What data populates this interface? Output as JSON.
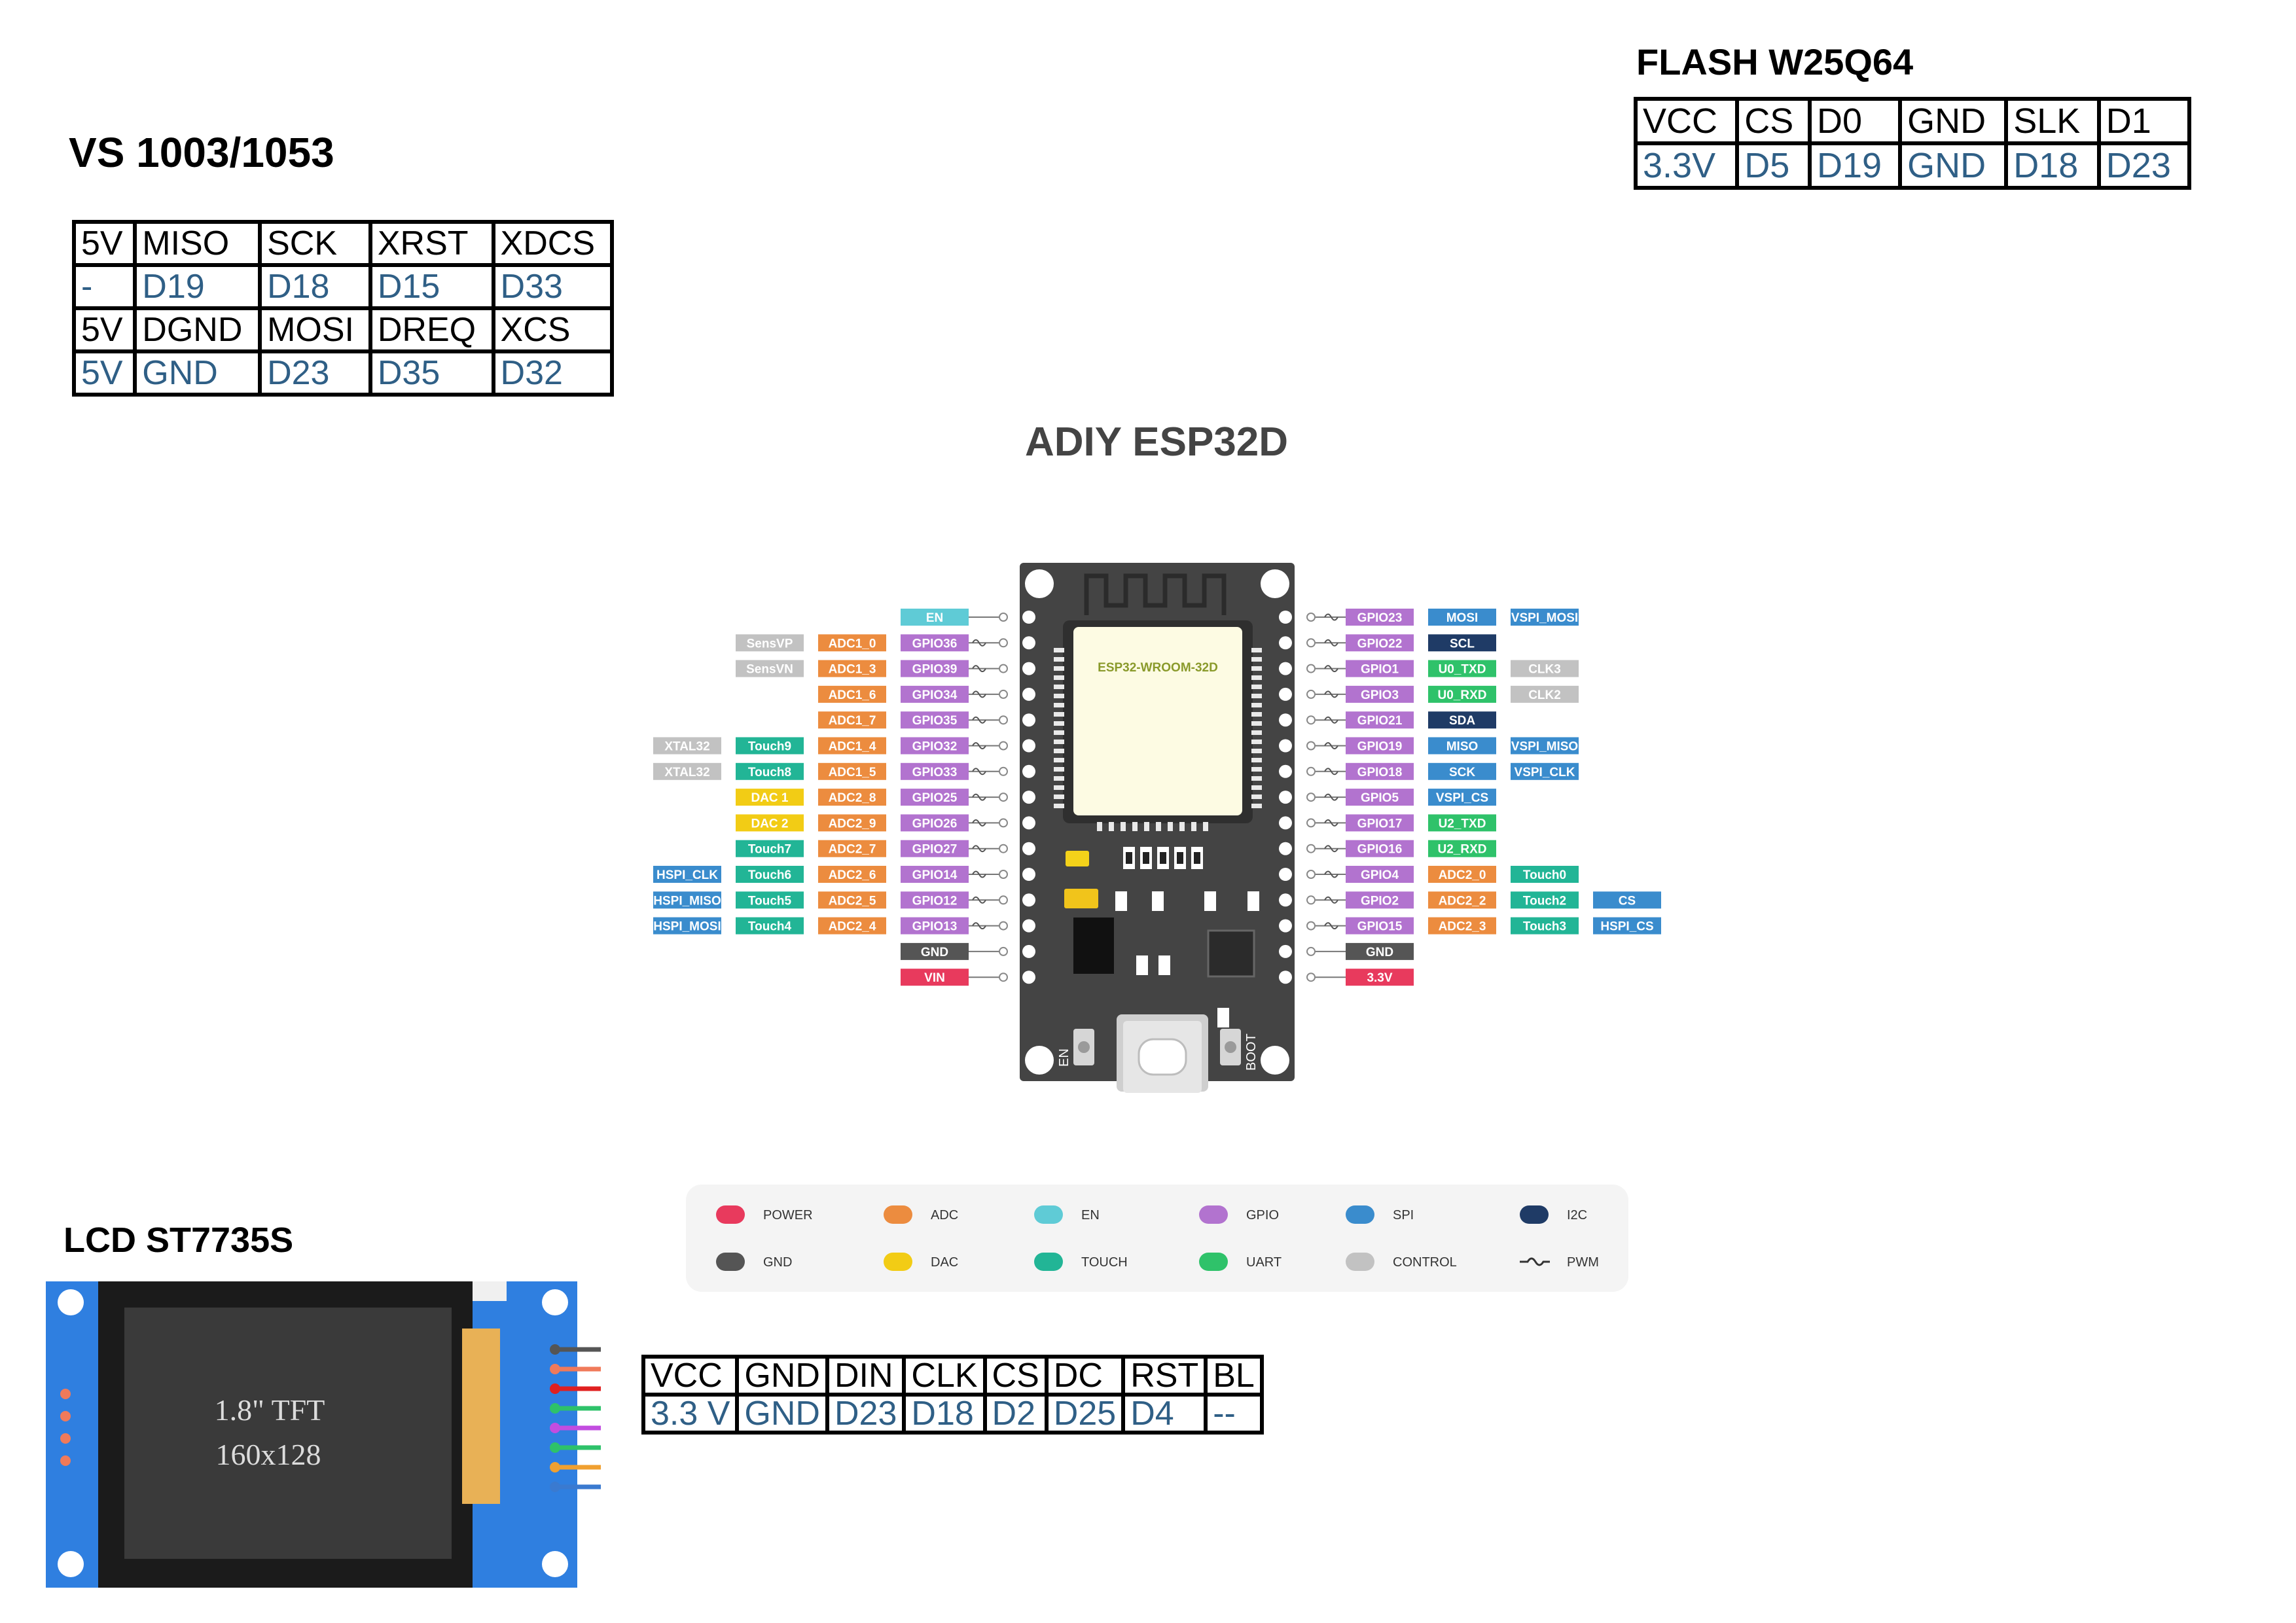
{
  "titles": {
    "vs": "VS 1003/1053",
    "flash": "FLASH W25Q64",
    "board": "ADIY ESP32D",
    "lcd": "LCD ST7735S"
  },
  "vs_table": {
    "rows": [
      [
        "5V",
        "MISO",
        "SCK",
        "XRST",
        "XDCS"
      ],
      [
        "-",
        "D19",
        "D18",
        "D15",
        "D33"
      ],
      [
        "5V",
        "DGND",
        "MOSI",
        "DREQ",
        "XCS"
      ],
      [
        "5V",
        "GND",
        "D23",
        "D35",
        "D32"
      ]
    ]
  },
  "flash_table": {
    "rows": [
      [
        "VCC",
        "CS",
        "D0",
        "GND",
        "SLK",
        "D1"
      ],
      [
        "3.3V",
        "D5",
        "D19",
        "GND",
        "D18",
        "D23"
      ]
    ]
  },
  "lcd_table": {
    "rows": [
      [
        "VCC",
        "GND",
        "DIN",
        "CLK",
        "CS",
        "DC",
        "RST",
        "BL"
      ],
      [
        "3.3 V",
        "GND",
        "D23",
        "D18",
        "D2",
        "D25",
        "D4",
        "--"
      ]
    ]
  },
  "board": {
    "module_label": "ESP32-WROOM-32D",
    "button_en": "EN",
    "button_boot": "BOOT",
    "left_pins": [
      [
        "EN"
      ],
      [
        "GPIO36",
        "ADC1_0",
        "SensVP"
      ],
      [
        "GPIO39",
        "ADC1_3",
        "SensVN"
      ],
      [
        "GPIO34",
        "ADC1_6"
      ],
      [
        "GPIO35",
        "ADC1_7"
      ],
      [
        "GPIO32",
        "ADC1_4",
        "Touch9",
        "XTAL32"
      ],
      [
        "GPIO33",
        "ADC1_5",
        "Touch8",
        "XTAL32"
      ],
      [
        "GPIO25",
        "ADC2_8",
        "DAC 1"
      ],
      [
        "GPIO26",
        "ADC2_9",
        "DAC 2"
      ],
      [
        "GPIO27",
        "ADC2_7",
        "Touch7"
      ],
      [
        "GPIO14",
        "ADC2_6",
        "Touch6",
        "HSPI_CLK"
      ],
      [
        "GPIO12",
        "ADC2_5",
        "Touch5",
        "HSPI_MISO"
      ],
      [
        "GPIO13",
        "ADC2_4",
        "Touch4",
        "HSPI_MOSI"
      ],
      [
        "GND"
      ],
      [
        "VIN"
      ]
    ],
    "right_pins": [
      [
        "GPIO23",
        "MOSI",
        "VSPI_MOSI"
      ],
      [
        "GPIO22",
        "SCL"
      ],
      [
        "GPIO1",
        "U0_TXD",
        "CLK3"
      ],
      [
        "GPIO3",
        "U0_RXD",
        "CLK2"
      ],
      [
        "GPIO21",
        "SDA"
      ],
      [
        "GPIO19",
        "MISO",
        "VSPI_MISO"
      ],
      [
        "GPIO18",
        "SCK",
        "VSPI_CLK"
      ],
      [
        "GPIO5",
        "VSPI_CS"
      ],
      [
        "GPIO17",
        "U2_TXD"
      ],
      [
        "GPIO16",
        "U2_RXD"
      ],
      [
        "GPIO4",
        "ADC2_0",
        "Touch0"
      ],
      [
        "GPIO2",
        "ADC2_2",
        "Touch2",
        "CS"
      ],
      [
        "GPIO15",
        "ADC2_3",
        "Touch3",
        "HSPI_CS"
      ],
      [
        "GND"
      ],
      [
        "3.3V"
      ]
    ]
  },
  "legend": [
    {
      "label": "POWER",
      "color": "#e83a5d",
      "kind": "dot"
    },
    {
      "label": "ADC",
      "color": "#ec8c3f",
      "kind": "dot"
    },
    {
      "label": "EN",
      "color": "#5fcbd6",
      "kind": "dot"
    },
    {
      "label": "GPIO",
      "color": "#b273cf",
      "kind": "dot"
    },
    {
      "label": "SPI",
      "color": "#3a8ccd",
      "kind": "dot"
    },
    {
      "label": "I2C",
      "color": "#1f3b66",
      "kind": "dot"
    },
    {
      "label": "GND",
      "color": "#555555",
      "kind": "dot"
    },
    {
      "label": "DAC",
      "color": "#f2cc15",
      "kind": "dot"
    },
    {
      "label": "TOUCH",
      "color": "#22b596",
      "kind": "dot"
    },
    {
      "label": "UART",
      "color": "#2fc26a",
      "kind": "dot"
    },
    {
      "label": "CONTROL",
      "color": "#c2c2c2",
      "kind": "dot"
    },
    {
      "label": "PWM",
      "color": "#333333",
      "kind": "wave"
    }
  ],
  "colors": {
    "POWER": "#e83a5d",
    "GND": "#555555",
    "EN": "#5fcbd6",
    "GPIO": "#b273cf",
    "ADC": "#ec8c3f",
    "DAC": "#f2cc15",
    "TOUCH": "#22b596",
    "UART": "#2fc26a",
    "SPI": "#3a8ccd",
    "I2C": "#1f3b66",
    "CONTROL": "#c2c2c2",
    "board": "#444444"
  },
  "tft": {
    "line1": "1.8\" TFT",
    "line2": "160x128"
  }
}
